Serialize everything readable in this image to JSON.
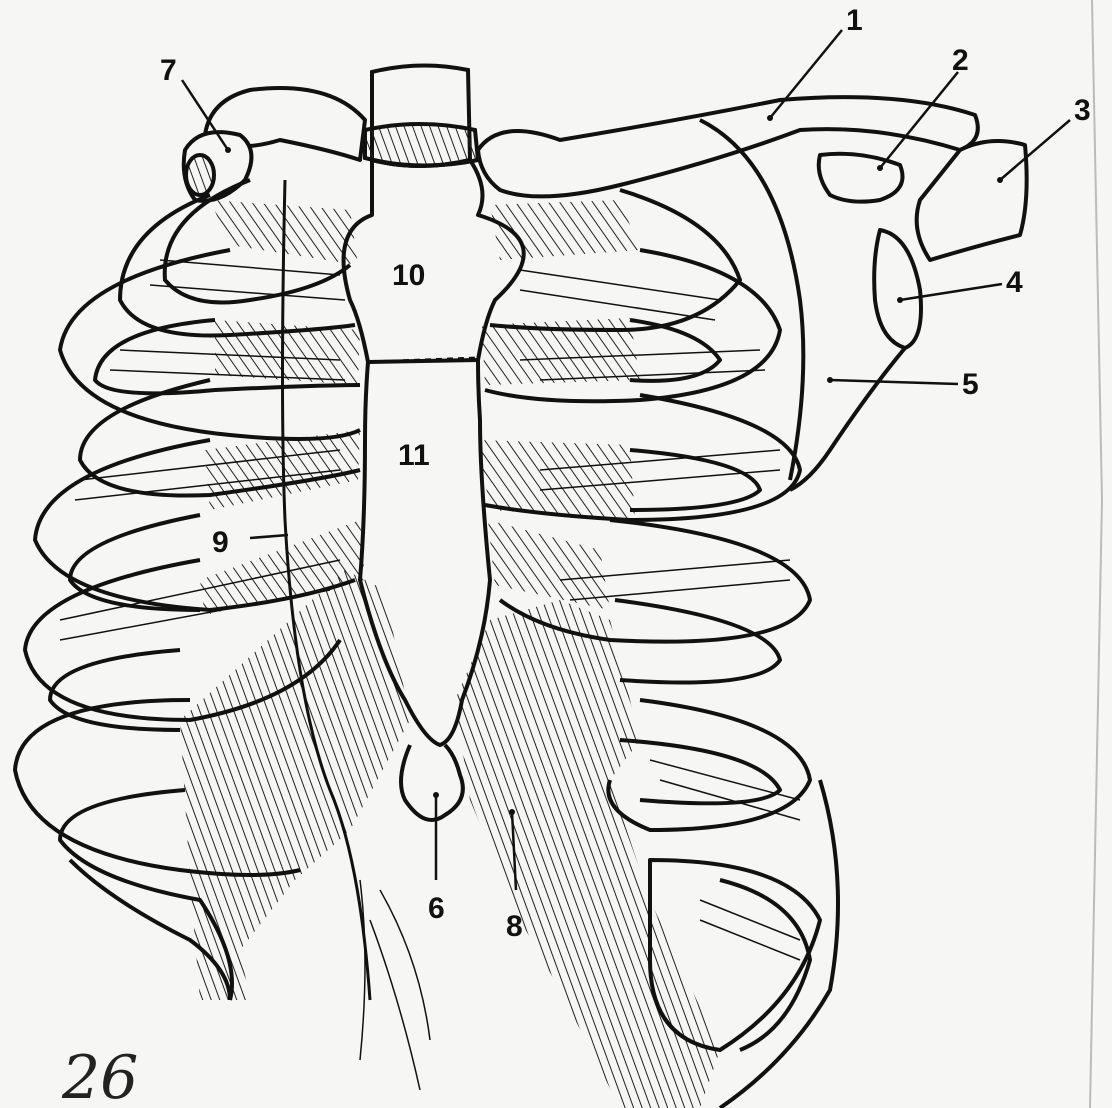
{
  "diagram": {
    "labels": {
      "n1": "1",
      "n2": "2",
      "n3": "3",
      "n4": "4",
      "n5": "5",
      "n6": "6",
      "n7": "7",
      "n8": "8",
      "n9": "9",
      "n10": "10",
      "n11": "11"
    },
    "page_number": "26"
  },
  "colors": {
    "paper": "#f6f6f4",
    "ink": "#111111",
    "hatch": "#222222"
  }
}
